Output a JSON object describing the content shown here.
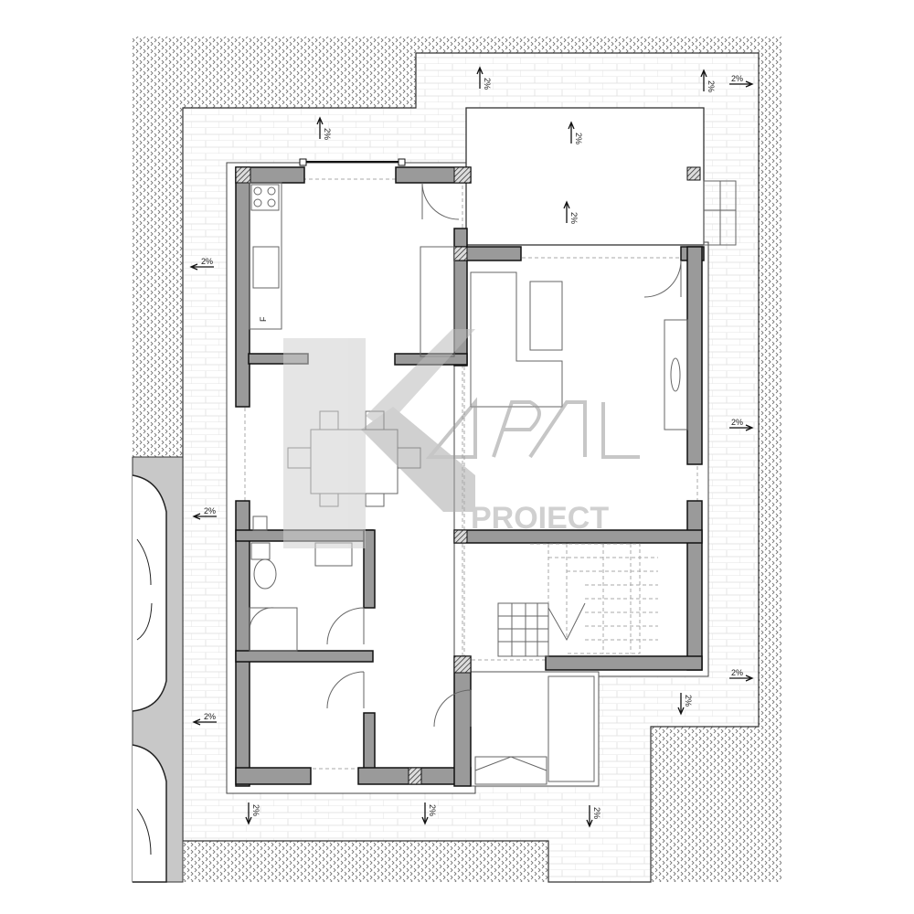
{
  "plan": {
    "title": "Ground floor plan",
    "fridge_label": "F",
    "watermark": {
      "logo": "KAPAL",
      "subtitle": "PROIECT"
    },
    "slope_labels": [
      "2%",
      "2%",
      "2%",
      "2%",
      "2%",
      "2%",
      "2%",
      "2%",
      "2%",
      "2%",
      "2%",
      "2%",
      "2%",
      "2%",
      "2%"
    ]
  },
  "colors": {
    "wall": "#9a9a9a",
    "paving": "#ffffff",
    "parking": "#c8c8c8",
    "watermark": "#bdbdbd"
  }
}
